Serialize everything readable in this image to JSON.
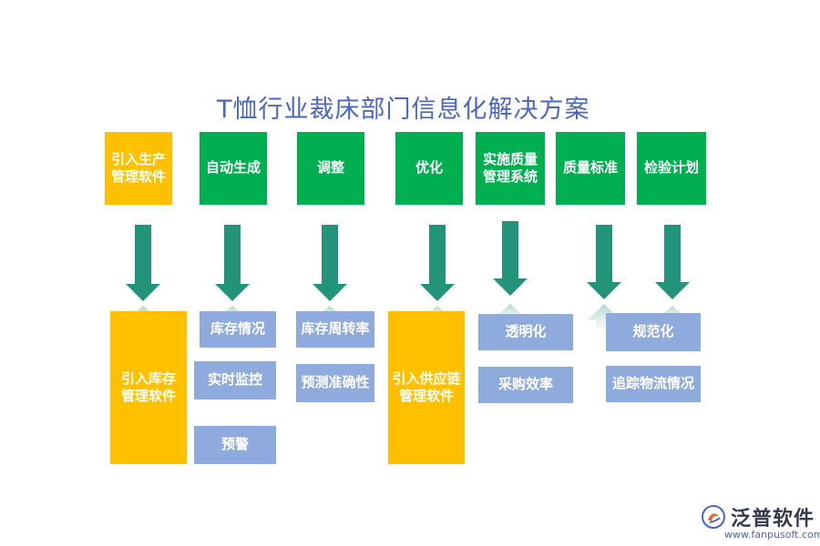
{
  "title": "T恤行业裁床部门信息化解决方案",
  "top_boxes": [
    [
      "引入生产",
      "管理软件"
    ],
    [
      "自动生成"
    ],
    [
      "调整"
    ],
    [
      "优化"
    ],
    [
      "实施质量",
      "管理系统"
    ],
    [
      "质量标准"
    ],
    [
      "检验计划"
    ]
  ],
  "orange_boxes": [
    [
      "引入库存",
      "管理软件"
    ],
    [
      "引入供应链",
      "管理软件"
    ]
  ],
  "blue_boxes": [
    "库存情况",
    "实时监控",
    "预警",
    "库存周转率",
    "预测准确性",
    "透明化",
    "采购效率",
    "规范化",
    "追踪物流情况"
  ],
  "colors": {
    "green": "#00b050",
    "orange": "#ffc000",
    "blue": "#8faadc",
    "arrow": "#23937a",
    "title": "#4a66c4"
  },
  "logo": {
    "name": "泛普软件",
    "url": "www.fanpusoft.com",
    "icon": "fanpu-logo-icon"
  }
}
